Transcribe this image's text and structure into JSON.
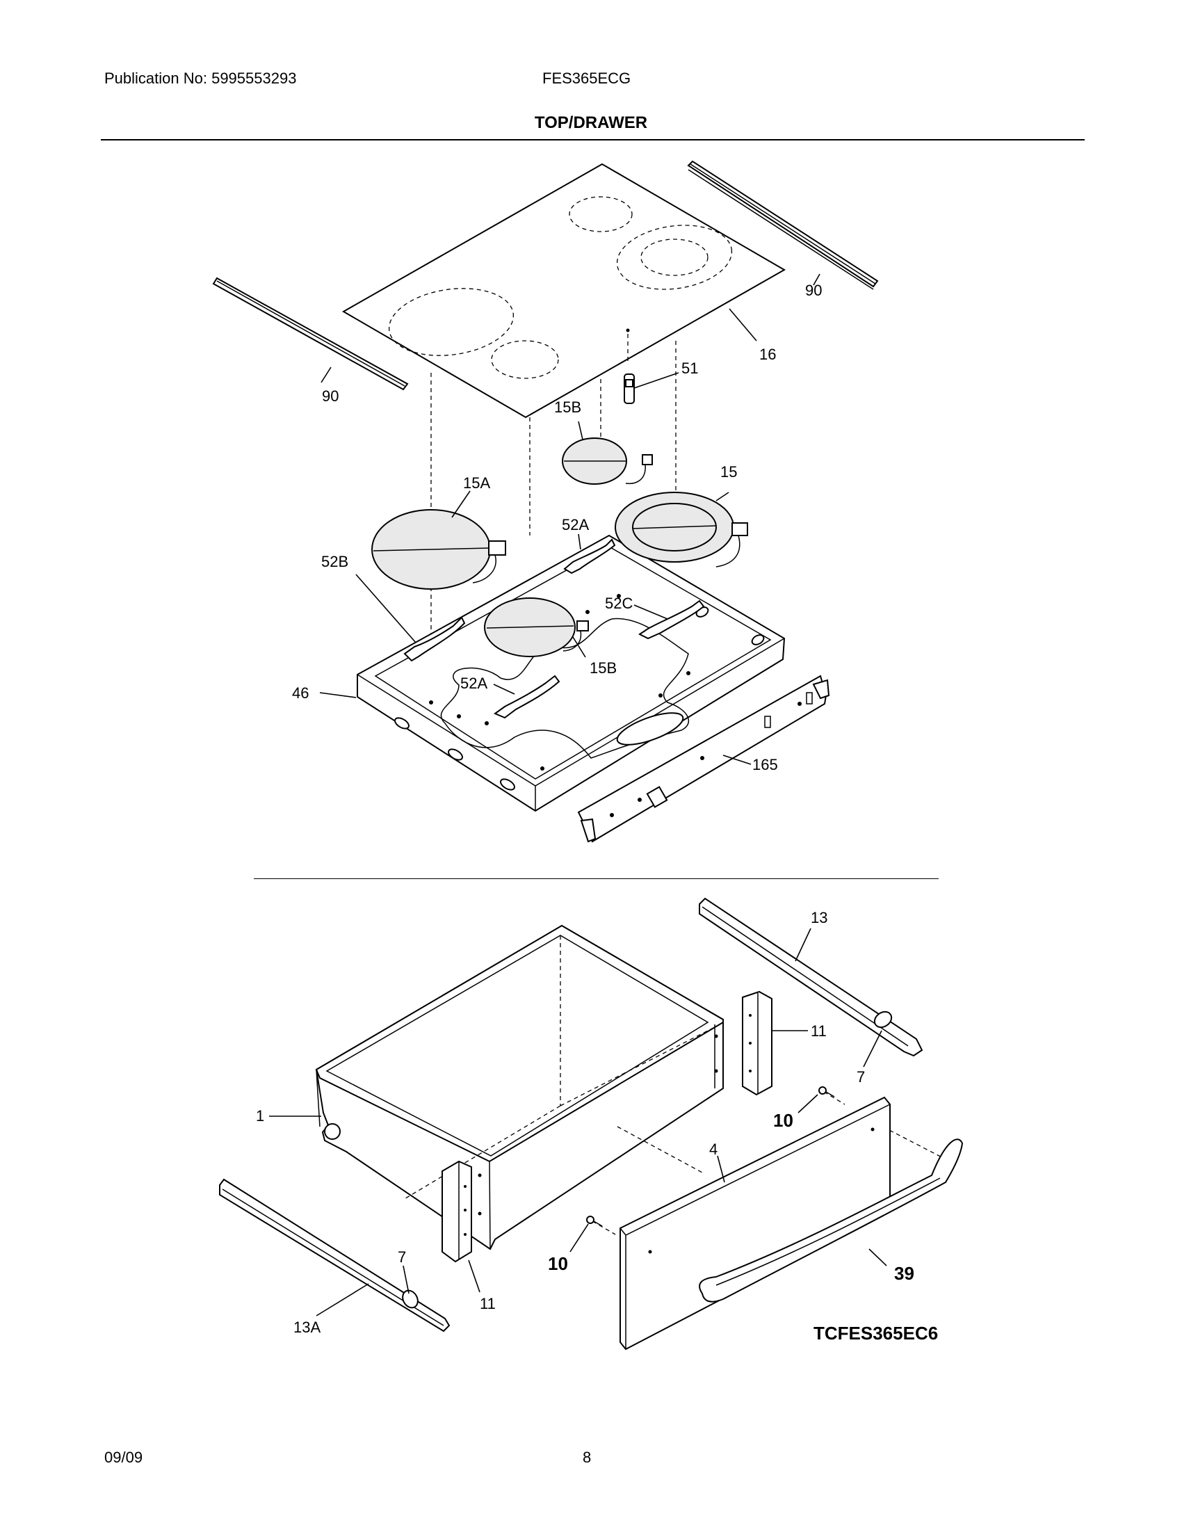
{
  "header": {
    "publication": "Publication No: 5995553293",
    "model": "FES365ECG",
    "section_title": "TOP/DRAWER"
  },
  "footer": {
    "date": "09/09",
    "page": "8"
  },
  "diagram_code": "TCFES365EC6",
  "callouts": {
    "trim_left": "90",
    "trim_right": "90",
    "glass_top": "16",
    "sensor": "51",
    "element_15b_top": "15B",
    "element_15": "15",
    "element_15a": "15A",
    "bracket_52a_top": "52A",
    "bracket_52b": "52B",
    "bracket_52c": "52C",
    "element_15b_bottom": "15B",
    "bracket_52a_bottom": "52A",
    "burner_box": "46",
    "front_bracket": "165",
    "drawer_rail_right": "13",
    "drawer_support_right": "11",
    "roller_right": "7",
    "screw_right": "10",
    "drawer_front": "4",
    "drawer_body": "1",
    "drawer_handle": "39",
    "screw_left": "10",
    "roller_left": "7",
    "drawer_support_left": "11",
    "drawer_rail_left": "13A"
  }
}
